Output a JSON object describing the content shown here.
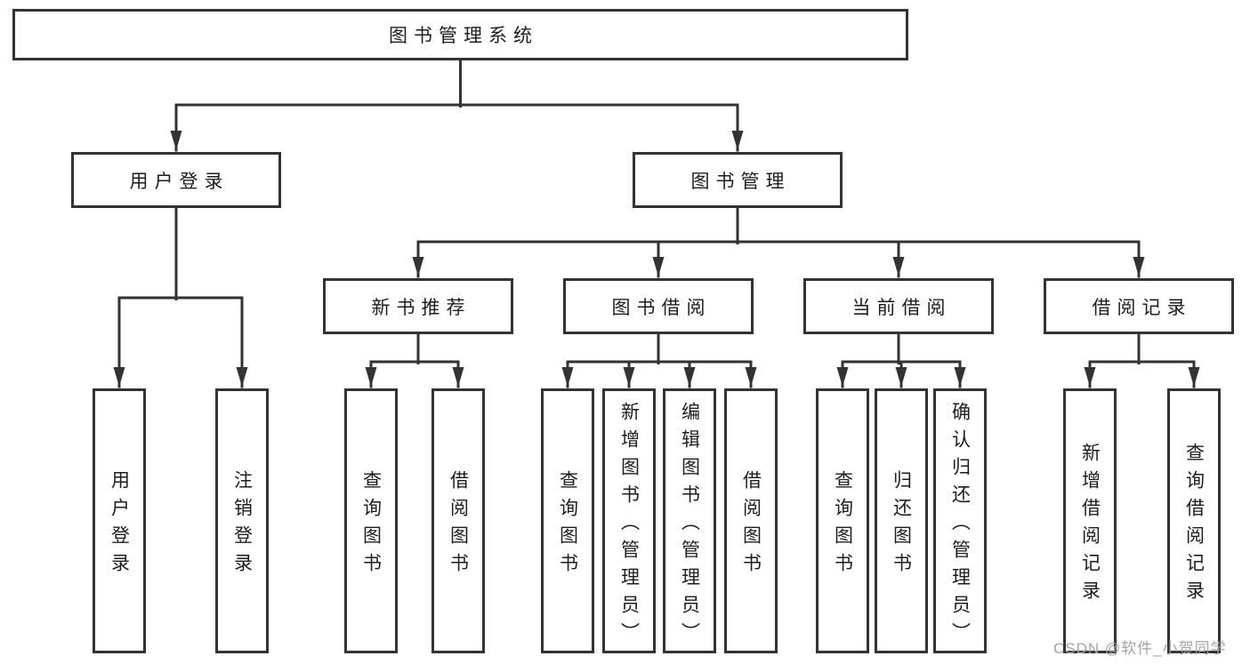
{
  "tree": {
    "root": "图书管理系统",
    "level2": [
      {
        "label": "用户登录",
        "leaves": [
          "用户登录",
          "注销登录"
        ]
      },
      {
        "label": "图书管理",
        "sections": [
          {
            "label": "新书推荐",
            "leaves": [
              "查询图书",
              "借阅图书"
            ]
          },
          {
            "label": "图书借阅",
            "leaves": [
              "查询图书",
              "新增图书（管理员）",
              "编辑图书（管理员）",
              "借阅图书"
            ]
          },
          {
            "label": "当前借阅",
            "leaves": [
              "查询图书",
              "归还图书",
              "确认归还（管理员）"
            ]
          },
          {
            "label": "借阅记录",
            "leaves": [
              "新增借阅记录",
              "查询借阅记录"
            ]
          }
        ]
      }
    ]
  },
  "watermark": "CSDN @软件_小贺同学",
  "colors": {
    "bg": "#ffffff",
    "line": "#333333",
    "box_border": "#333333",
    "box_fill": "#ffffff",
    "text": "#1d1d1d",
    "watermark": "#a3a3a3"
  }
}
